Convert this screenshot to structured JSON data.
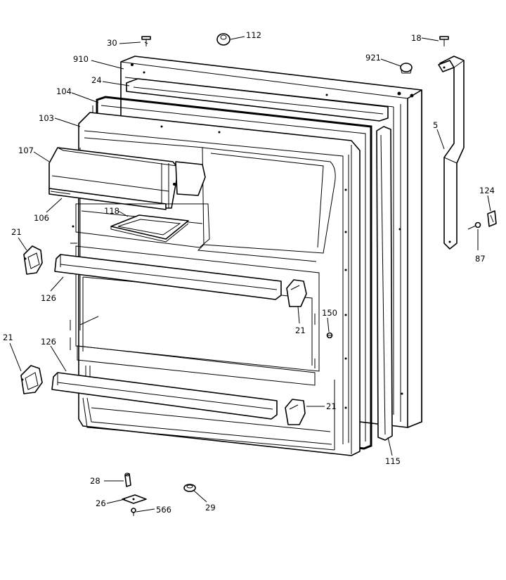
{
  "diagram": {
    "callouts": {
      "c30": "30",
      "c112": "112",
      "c18": "18",
      "c910": "910",
      "c921": "921",
      "c24": "24",
      "c104": "104",
      "c103": "103",
      "c5": "5",
      "c107": "107",
      "c124": "124",
      "c106": "106",
      "c118": "118",
      "c87": "87",
      "c21a": "21",
      "c126a": "126",
      "c21b": "21",
      "c150": "150",
      "c21c": "21",
      "c126b": "126",
      "c21d": "21",
      "c115": "115",
      "c28": "28",
      "c26": "26",
      "c566": "566",
      "c29": "29"
    }
  }
}
